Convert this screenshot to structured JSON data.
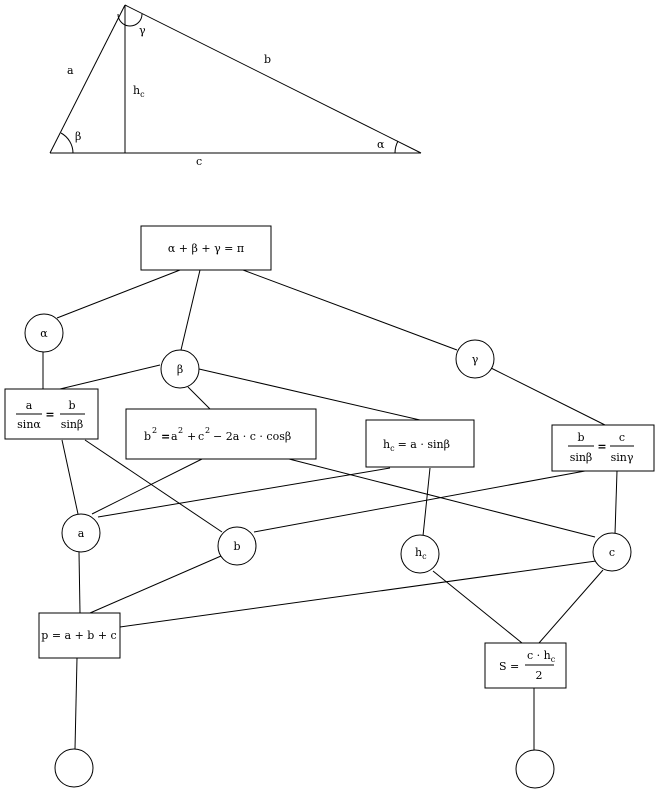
{
  "triangle": {
    "side_a": "a",
    "side_b": "b",
    "side_c": "c",
    "height_base": "h",
    "height_sub": "c",
    "angle_alpha": "α",
    "angle_beta": "β",
    "angle_gamma": "γ"
  },
  "nodes": {
    "alpha": "α",
    "beta": "β",
    "gamma": "γ",
    "a": "a",
    "b": "b",
    "hc_base": "h",
    "hc_sub": "c",
    "c": "c"
  },
  "formulas": {
    "angle_sum": "α + β + γ = π",
    "sine_left": {
      "num1": "a",
      "den1": "sinα",
      "eq": "=",
      "num2": "b",
      "den2": "sinβ"
    },
    "cosine": {
      "b": "b",
      "sq": "2",
      "eq": "=",
      "a": "a",
      "c": "c",
      "rest": "− 2a · c · cosβ",
      "plus": "+"
    },
    "height": {
      "h": "h",
      "sub": "c",
      "rest": "= a · sinβ"
    },
    "sine_right": {
      "num1": "b",
      "den1": "sinβ",
      "eq": "=",
      "num2": "c",
      "den2": "sinγ"
    },
    "perimeter": "p = a + b + c",
    "area": {
      "lhs": "S =",
      "num_a": "c · h",
      "num_sub": "c",
      "den": "2"
    }
  }
}
